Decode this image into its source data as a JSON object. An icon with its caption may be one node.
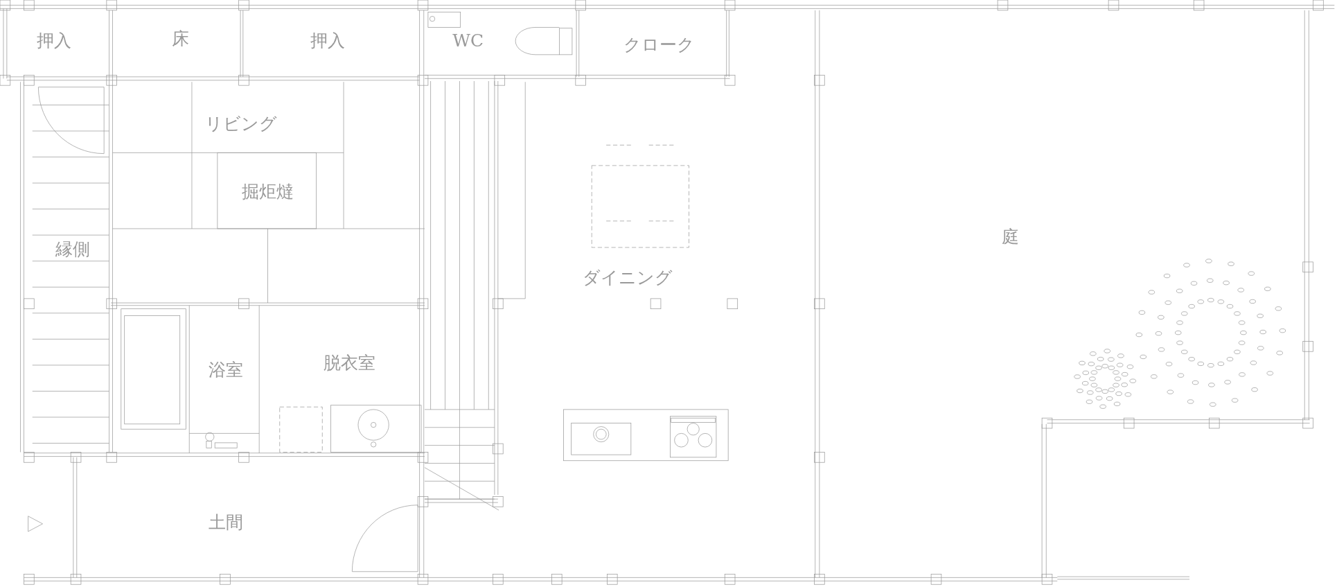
{
  "diagram": {
    "labels": [
      "押入",
      "床",
      "押入",
      "WC",
      "クローク",
      "リビング",
      "掘炬燵",
      "縁側",
      "ダイニング",
      "庭",
      "浴室",
      "脱衣室",
      "土間"
    ]
  }
}
